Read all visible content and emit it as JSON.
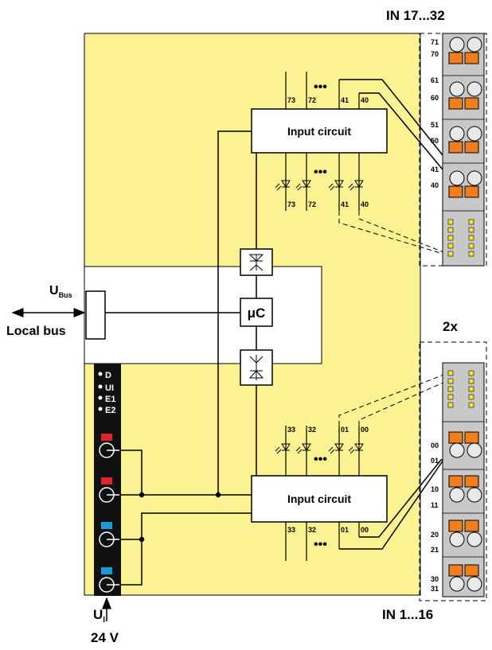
{
  "top_group_label": "IN 17...32",
  "bottom_group_label": "IN 1...16",
  "multiplier_label": "2x",
  "input_circuit_top": "Input circuit",
  "input_circuit_bottom": "Input circuit",
  "microcontroller_label": "μC",
  "bus_symbol": "U",
  "bus_subscript": "Bus",
  "local_bus_label": "Local bus",
  "supply_symbol": "U",
  "supply_subscript": "I",
  "supply_voltage": "24 V",
  "leds": [
    "D",
    "UI",
    "E1",
    "E2"
  ],
  "top_circuit_pins_upper": [
    "73",
    "72",
    "41",
    "40"
  ],
  "top_circuit_pins_lower": [
    "73",
    "72",
    "41",
    "40"
  ],
  "bottom_circuit_pins_upper": [
    "33",
    "32",
    "01",
    "00"
  ],
  "bottom_circuit_pins_lower": [
    "33",
    "32",
    "01",
    "00"
  ],
  "top_terminal_labels": [
    "71",
    "70",
    "61",
    "60",
    "51",
    "50",
    "41",
    "40"
  ],
  "bottom_terminal_labels": [
    "00",
    "01",
    "10",
    "11",
    "20",
    "21",
    "30",
    "31"
  ],
  "dots": "•••",
  "colors": {
    "module_yellow": "#fbf291",
    "terminal_gray": "#c8c8c8",
    "terminal_orange": "#f07d1e",
    "led_yellow": "#f5e23a",
    "connector_red": "#e3212c",
    "connector_blue": "#1b9ad6",
    "black": "#000000"
  }
}
